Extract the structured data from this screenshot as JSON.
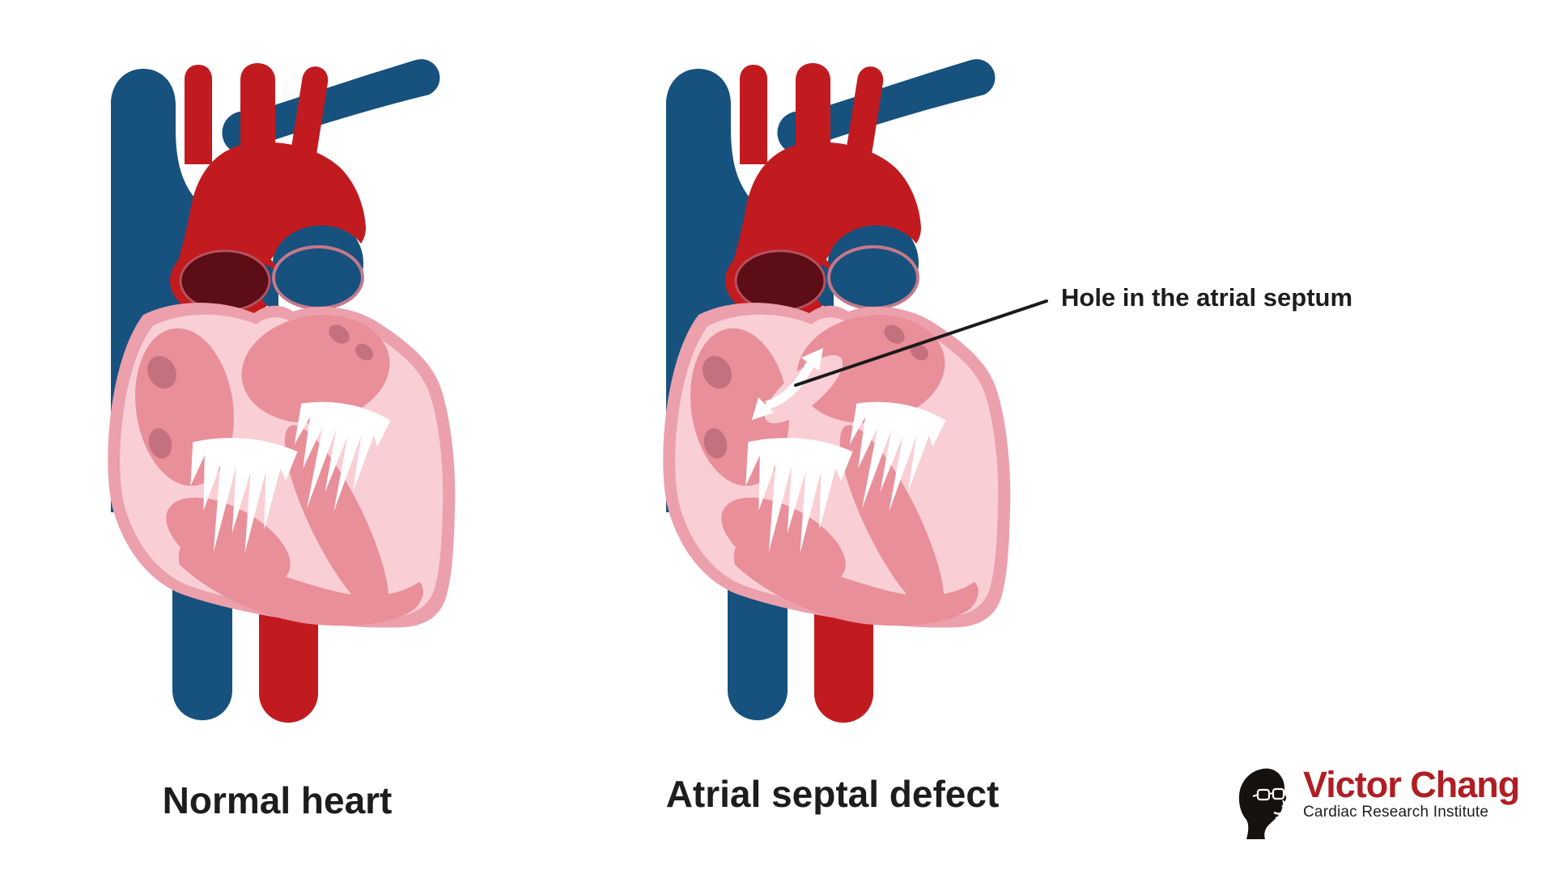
{
  "panels": [
    {
      "id": "normal",
      "label": "Normal heart"
    },
    {
      "id": "asd",
      "label": "Atrial septal defect"
    }
  ],
  "annotation": {
    "text": "Hole in the atrial septum"
  },
  "logo": {
    "title": "Victor Chang",
    "subtitle": "Cardiac Research Institute",
    "portrait_icon": "victor-chang-portrait-icon"
  },
  "icons": {
    "shunt_arrow": "double-headed-flow-arrow-icon"
  },
  "colors": {
    "background": "#FFFFFF",
    "blue": "#17517E",
    "red": "#C11B20",
    "maroon": "#5C0D16",
    "heartOuter": "#ECA0AC",
    "heartInner": "#F9CFD5",
    "chamber": "#E98F9A",
    "spot": "#C4717F",
    "ringStroke": "#B5515E",
    "ringStroke2": "#C4798A",
    "chordae": "#FFFFFF",
    "arrowWhite": "#FFFFFF",
    "lineColor": "#1A1A1A",
    "textColor": "#1D1D1B",
    "logoRed": "#B01E24",
    "portraitBlack": "#161210"
  }
}
